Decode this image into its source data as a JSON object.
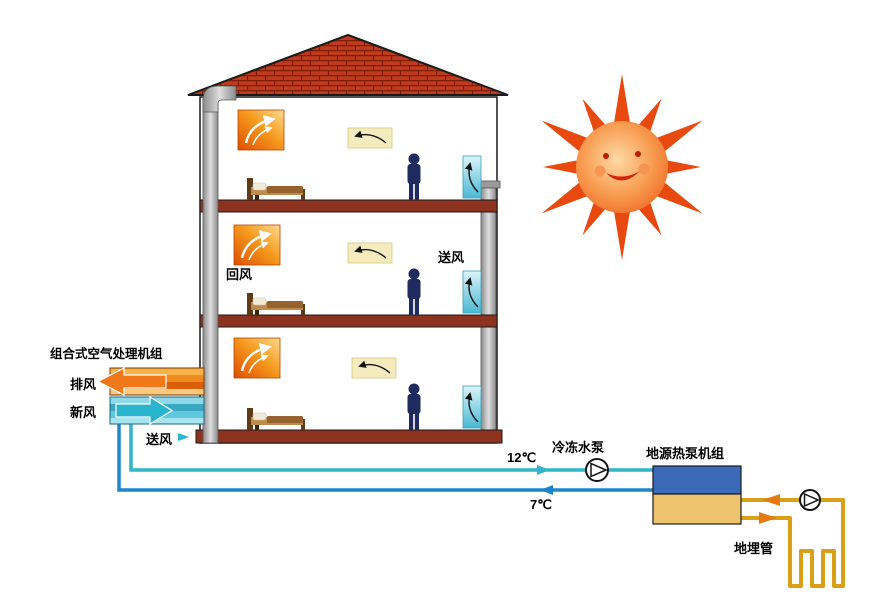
{
  "diagram": {
    "type": "hvac-ground-source-heat-pump-schematic",
    "labels": {
      "ahu_title": "组合式空气处理机组",
      "exhaust_air": "排风",
      "fresh_air": "新风",
      "supply_air_ahu": "送风",
      "return_air": "回风",
      "supply_air_room": "送风",
      "chilled_supply_temp": "12℃",
      "chilled_pump": "冷冻水泵",
      "chilled_return_temp": "7℃",
      "heat_pump_unit": "地源热泵机组",
      "ground_pipe": "地埋管"
    },
    "colors": {
      "roof_tile": "#c03a1c",
      "floor_slab": "#8e3220",
      "duct": "#b3b3b3",
      "pipe_12c": "#2fb6c9",
      "pipe_7c": "#1e86c8",
      "heat_pump_top": "#3a6ab8",
      "heat_pump_bottom": "#eec36e",
      "ground_loop": "#d9a017",
      "sun": "#e8490e",
      "person": "#1f2a5e"
    }
  }
}
